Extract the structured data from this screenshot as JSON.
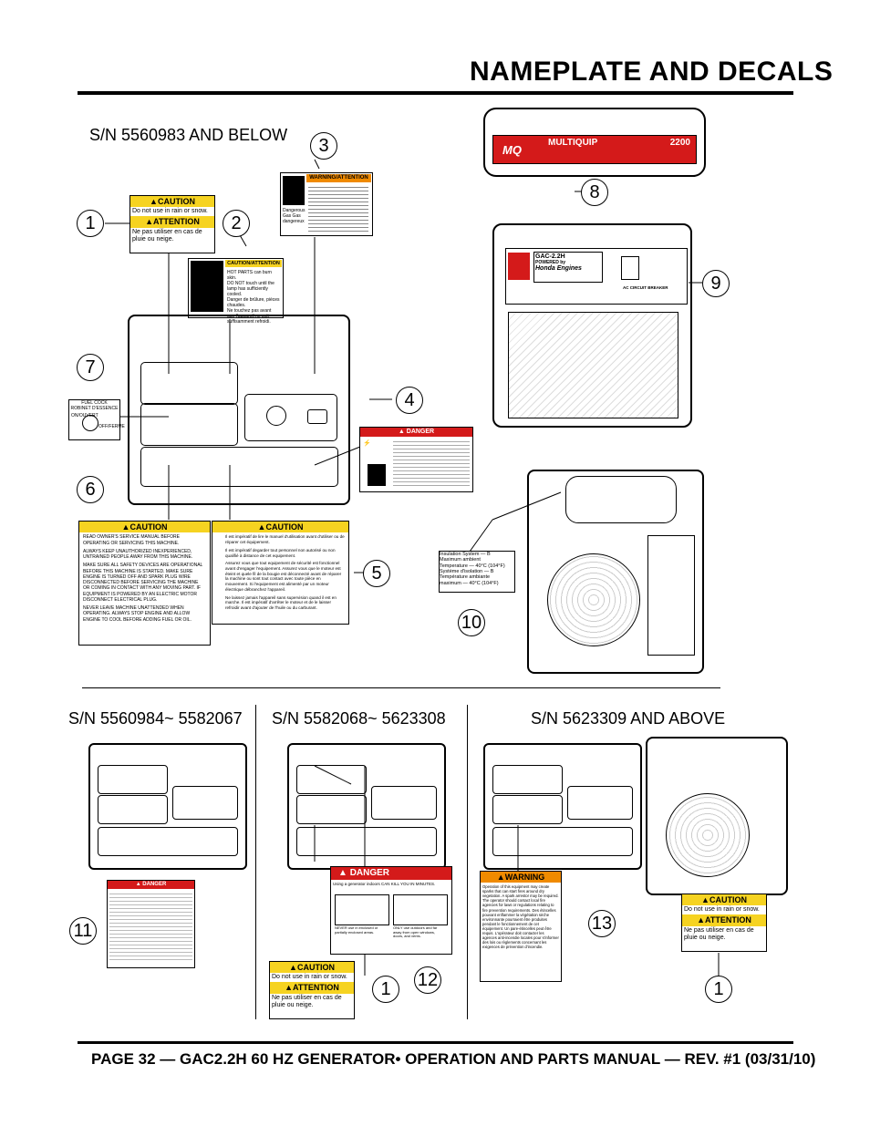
{
  "page_title": "NAMEPLATE AND DECALS",
  "serial_sections": {
    "top": "S/N 5560983 AND BELOW",
    "bottom_left": "S/N 5560984~ 5582067",
    "bottom_mid": "S/N 5582068~ 5623308",
    "bottom_right": "S/N 5623309 AND ABOVE"
  },
  "callouts": [
    "1",
    "2",
    "3",
    "4",
    "5",
    "6",
    "7",
    "8",
    "9",
    "10",
    "11",
    "12",
    "13",
    "1",
    "1"
  ],
  "decal_caution_rain": {
    "caution": "CAUTION",
    "en_text": "Do not use in rain or snow.",
    "attention": "ATTENTION",
    "fr_text": "Ne pas utiliser en cas de pluie ou neige."
  },
  "decal_hot": {
    "header": "CAUTION/ATTENTION",
    "line1": "HOT PARTS can burn skin.",
    "line2": "DO NOT touch until the lamp has sufficiently cooled.",
    "line3": "Danger de brûlure, pièces chaudes.",
    "line4": "Ne touchez pas avant que l'appareil ne soit suffisamment refroidi."
  },
  "decal_warning": {
    "header": "WARNING/ATTENTION",
    "side": "Dangerous Gas Gas dangereux"
  },
  "decal_fuel": {
    "fuel_cock": "FUEL COCK",
    "robinet": "ROBINET D'ESSENCE",
    "on": "ON/OUVERT",
    "off": "OFF/FERME"
  },
  "decal_danger_electric": {
    "header": "DANGER"
  },
  "decal_caution_6": {
    "header": "CAUTION",
    "items": [
      "READ OWNER'S SERVICE MANUAL BEFORE OPERATING OR SERVICING THIS MACHINE.",
      "ALWAYS KEEP UNAUTHORIZED INEXPERIENCED, UNTRAINED PEOPLE AWAY FROM THIS MACHINE.",
      "MAKE SURE ALL SAFETY DEVICES ARE OPERATIONAL BEFORE THIS MACHINE IS STARTED. MAKE SURE ENGINE IS TURNED OFF AND SPARK PLUG WIRE DISCONNECTED BEFORE SERVICING THE MACHINE OR COMING IN CONTACT WITH ANY MOVING PART. IF EQUIPMENT IS POWERED BY AN ELECTRIC MOTOR DISCONNECT ELECTRICAL PLUG.",
      "NEVER LEAVE MACHINE UNATTENDED WHEN OPERATING. ALWAYS STOP ENGINE AND ALLOW ENGINE TO COOL BEFORE ADDING FUEL OR OIL."
    ]
  },
  "decal_caution_5": {
    "header": "CAUTION",
    "items": [
      "Il est impératif de lire le manuel d'utilisation avant d'utiliser ou de réparer cet équipement.",
      "Il est impératif degarder tout personnel non autorisé ou non qualifié à distance de cet equipement.",
      "Assurez vous que tout equipement de sécurité est fonctionnel avant d'engager l'equipement. Assurez vous que le moteur est éteint et quele fil de la bougie est déconnecté avant de réparer la machine ou sont tout contact avec toute pièce en mouvement. Si l'equipement est alimenté par un moteur électrique débranchez l'appareil.",
      "Ne laissez jamais l'appareil sans supervision quand il est en marche. Il est impératif d'arrêter le moteur et de le laisser refroidir avant d'ajouter de l'huile ou du carburant."
    ]
  },
  "nameplate": {
    "brand": "MULTIQUIP",
    "model": "2200"
  },
  "control_panel": {
    "model": "GAC-2.2H",
    "powered_by": "POWERED by",
    "engine": "Honda Engines",
    "breaker": "AC CIRCUIT BREAKER"
  },
  "decal_insulation": {
    "line1": "Insulation System  — B",
    "line2": "Maximum ambient",
    "line3": "Temperature  — 40°C (104°F)",
    "line4": "Système d'isolation  — B",
    "line5": "Température ambiante",
    "line6": "maximum  — 40°C (104°F)"
  },
  "decal_danger_12": {
    "header": "DANGER",
    "line1": "Using a generator indoors CAN KILL YOU IN MINUTES.",
    "left": "NEVER use in enclosed or partially enclosed areas.",
    "right": "ONLY use outdoors and far away from open windows, doors, and vents."
  },
  "decal_warning_13": {
    "header": "WARNING",
    "text": "Operation of this equipment may create sparks that can start fires around dry vegetation. A spark arrestor may be required. The operator should contact local fire agencies for laws or regulations relating to fire prevention requirements. Des étincelles pouvant enflammer la végétation sèche environnante pourraient être produites pendant le fonctionnement de cet équipement. Un pare-étincelles peut être requis. L'opérateur doit contacter les agences anti-incendie locales pour s'informer des lois ou règlements concernant les exigences de prévention d'incendie."
  },
  "decal_danger_11": {
    "header": "DANGER"
  },
  "footer": "PAGE 32 — GAC2.2H 60 HZ GENERATOR• OPERATION AND PARTS MANUAL — REV. #1 (03/31/10)",
  "colors": {
    "caution_yellow": "#f6d321",
    "danger_red": "#d41a1a",
    "warning_orange": "#f08a00"
  }
}
